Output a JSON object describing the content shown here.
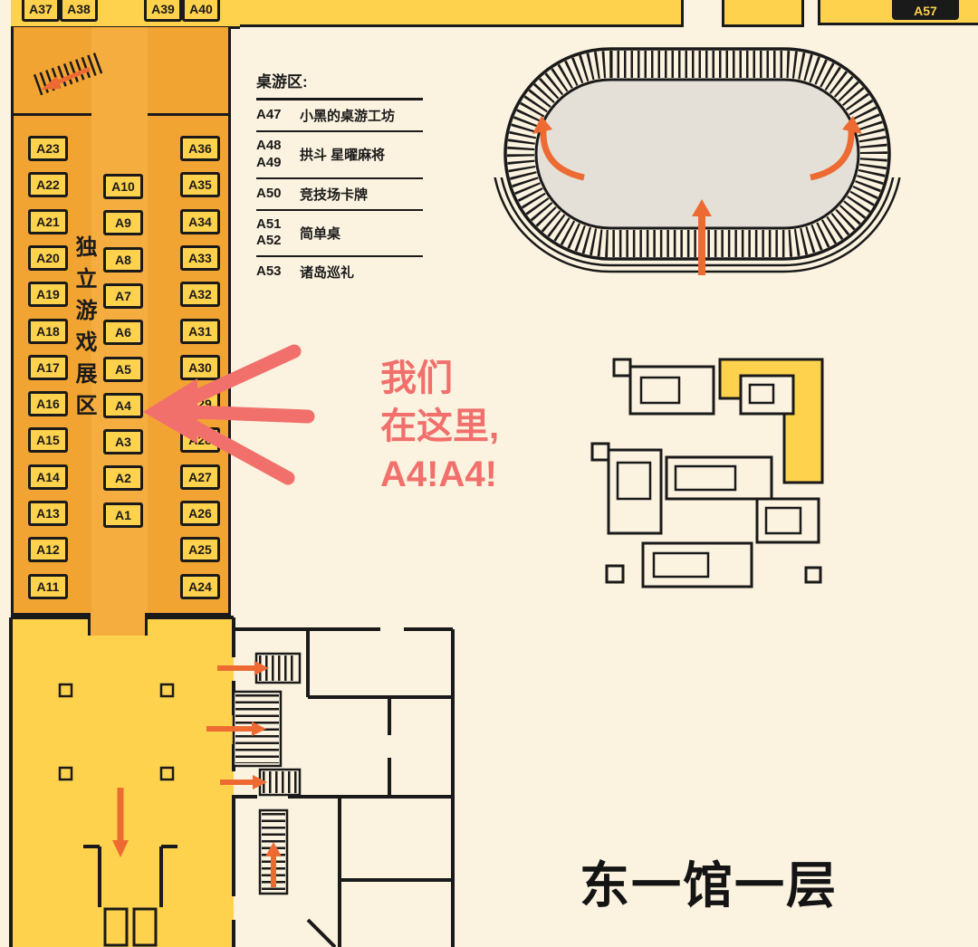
{
  "colors": {
    "background": "#FBF2DF",
    "booth_yellow": "#FFD24D",
    "zone_orange": "#F2A432",
    "corridor_orange": "#F5AD3F",
    "line_black": "#1A1A1A",
    "annotation_pink": "#F1706C",
    "arrow_orange": "#ED6B33",
    "stadium_gray": "#E4E0D8"
  },
  "top_band": {
    "booths": [
      "A37",
      "A38",
      "A39",
      "A40"
    ],
    "right_booth": "A57"
  },
  "indie_zone": {
    "label": "独立游戏展区",
    "left_column": [
      "A23",
      "A22",
      "A21",
      "A20",
      "A19",
      "A18",
      "A17",
      "A16",
      "A15",
      "A14",
      "A13",
      "A12",
      "A11"
    ],
    "middle_column": [
      "A10",
      "A9",
      "A8",
      "A7",
      "A6",
      "A5",
      "A4",
      "A3",
      "A2",
      "A1"
    ],
    "right_column": [
      "A36",
      "A35",
      "A34",
      "A33",
      "A32",
      "A31",
      "A30",
      "A29",
      "A28",
      "A27",
      "A26",
      "A25",
      "A24"
    ]
  },
  "board_game_legend": {
    "title": "桌游区:",
    "rows": [
      {
        "code": "A47",
        "name": "小黑的桌游工坊"
      },
      {
        "code": "A48\nA49",
        "name": "拱斗 星曜麻将"
      },
      {
        "code": "A50",
        "name": "竞技场卡牌"
      },
      {
        "code": "A51\nA52",
        "name": "简单桌"
      },
      {
        "code": "A53",
        "name": "诸岛巡礼"
      }
    ]
  },
  "annotation": {
    "text": "我们\n在这里,\nA4!A4!"
  },
  "hall_label": "东一馆一层"
}
